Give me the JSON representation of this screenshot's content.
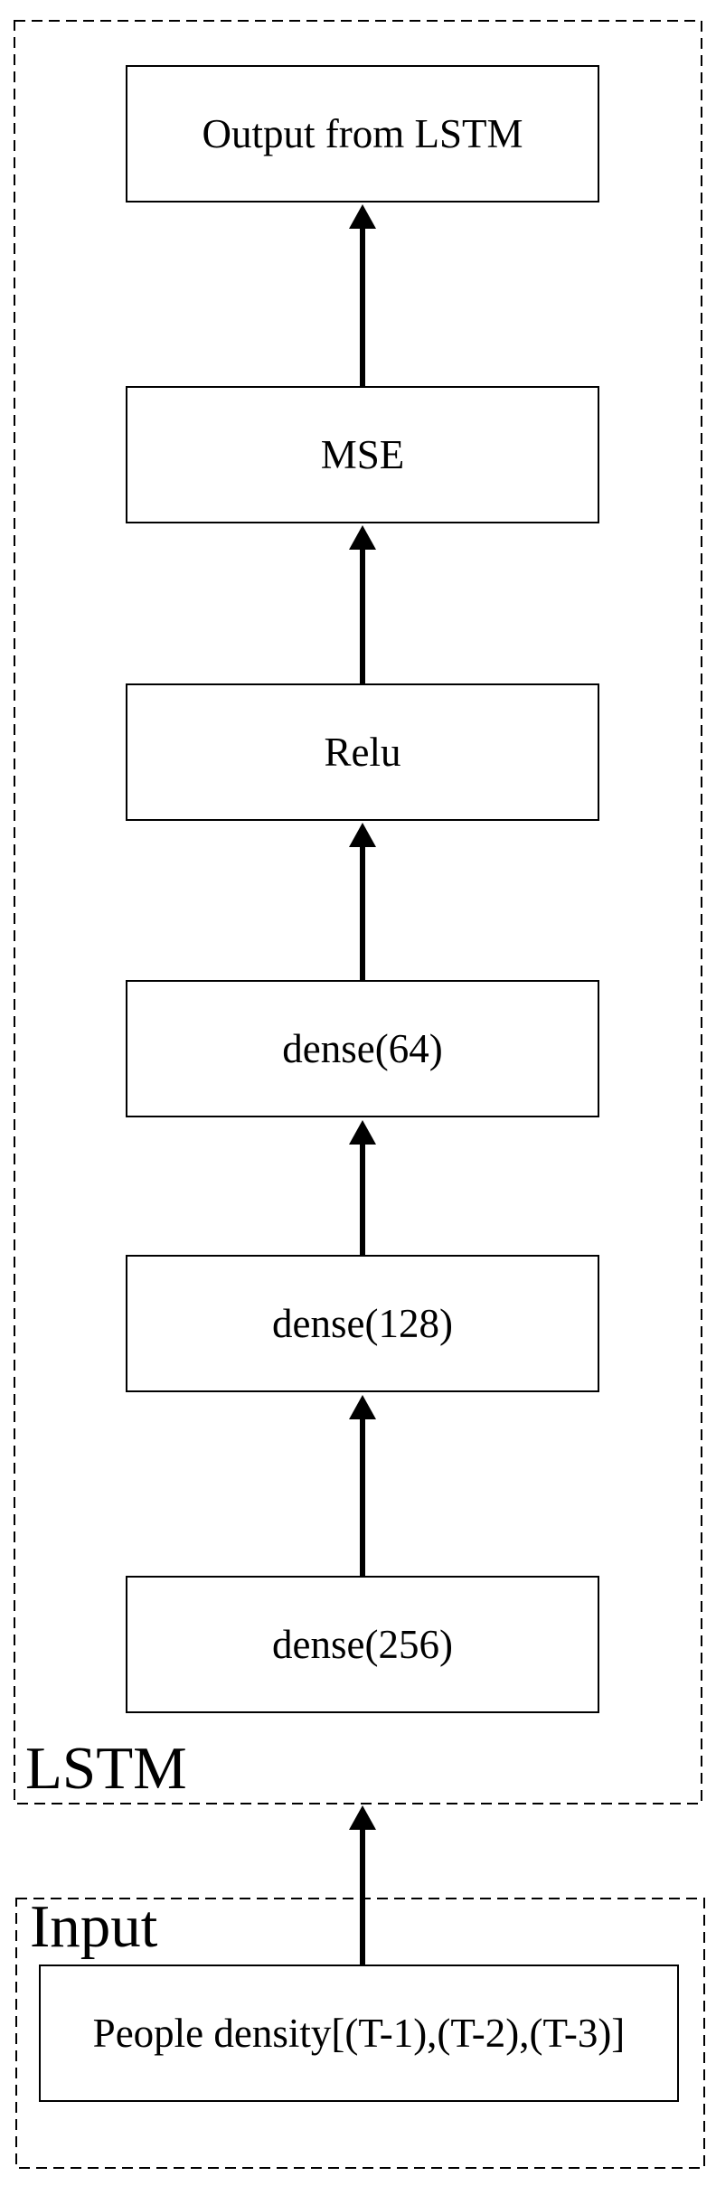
{
  "diagram": {
    "groups": {
      "lstm": {
        "label": "LSTM"
      },
      "input": {
        "label": "Input"
      }
    },
    "layers": [
      {
        "label": "Output from LSTM"
      },
      {
        "label": "MSE"
      },
      {
        "label": "Relu"
      },
      {
        "label": "dense(64)"
      },
      {
        "label": "dense(128)"
      },
      {
        "label": "dense(256)"
      }
    ],
    "input_node": {
      "label": "People density[(T-1),(T-2),(T-3)]"
    },
    "colors": {
      "stroke": "#000000",
      "background": "#ffffff",
      "text": "#000000"
    }
  }
}
